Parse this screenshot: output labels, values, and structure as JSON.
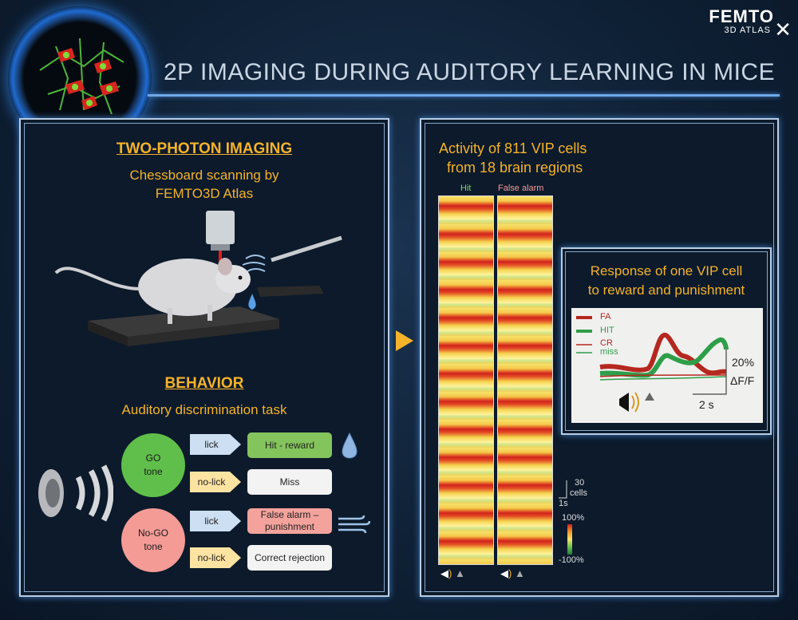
{
  "header": {
    "title": "2P IMAGING DURING AUDITORY LEARNING IN MICE",
    "brand_name": "FEMTO",
    "brand_sub": "3D ATLAS"
  },
  "left_panel": {
    "imaging_title": "TWO-PHOTON IMAGING",
    "imaging_sub_1": "Chessboard scanning by",
    "imaging_sub_2": "FEMTO3D Atlas",
    "behavior_title": "BEHAVIOR",
    "behavior_sub": "Auditory discrimination task",
    "go_tone": "GO\ntone",
    "nogo_tone": "No-GO\ntone",
    "rows": [
      {
        "action": "lick",
        "outcome": "Hit - reward",
        "action_color": "#cde0f3",
        "outcome_color": "#84c45c"
      },
      {
        "action": "no-lick",
        "outcome": "Miss",
        "action_color": "#fde3a2",
        "outcome_color": "#f3f3f3"
      },
      {
        "action": "lick",
        "outcome": "False alarm – punishment",
        "action_color": "#cde0f3",
        "outcome_color": "#f4a39c"
      },
      {
        "action": "no-lick",
        "outcome": "Correct rejection",
        "action_color": "#fde3a2",
        "outcome_color": "#f3f3f3"
      }
    ],
    "colors": {
      "go": "#5fbf4a",
      "nogo": "#f49b95"
    }
  },
  "right_panel": {
    "activity_line1": "Activity of 811 VIP cells",
    "activity_line2": "from 18 brain regions",
    "hit_label": "Hit",
    "fa_label": "False alarm",
    "scale_cells_num": "30",
    "scale_cells_unit": "cells",
    "scale_time": "1s",
    "cbar_top": "100%",
    "cbar_bottom": "-100%",
    "response_line1": "Response of one VIP cell",
    "response_line2": "to reward and punishment",
    "legend": [
      {
        "label": "FA",
        "color": "#b5281f"
      },
      {
        "label": "HIT",
        "color": "#2f9e4a"
      },
      {
        "label": "CR",
        "color": "#b5281f"
      },
      {
        "label": "miss",
        "color": "#2f9e4a"
      }
    ],
    "scale_pct": "20%",
    "scale_df": "ΔF/F",
    "scale_s": "2 s"
  }
}
